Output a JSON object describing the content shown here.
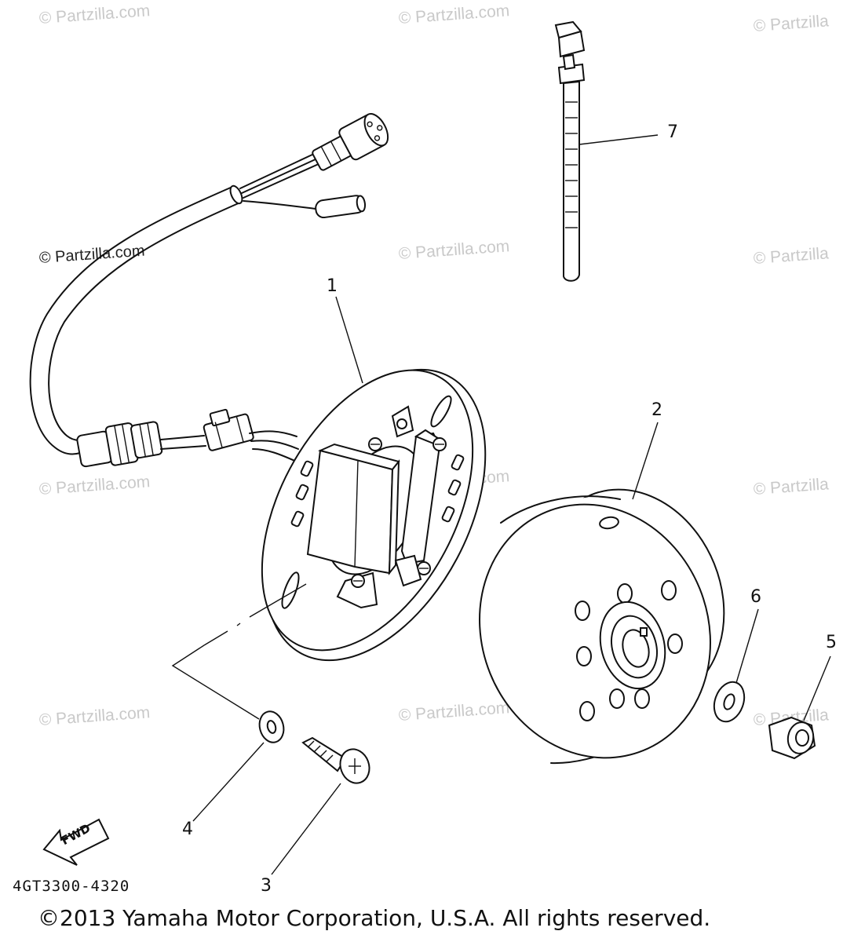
{
  "watermarks": [
    "© Partzilla.com",
    "© Partzilla.com",
    "© Partzilla",
    "© Partzilla.com",
    "© Partzilla.com",
    "© Partzilla",
    "© Partzilla.com",
    "© Partzilla.com",
    "© Partzilla",
    "© Partzilla.com",
    "© Partzilla.com",
    "© Partzilla"
  ],
  "callouts": [
    "1",
    "2",
    "3",
    "4",
    "5",
    "6",
    "7"
  ],
  "parts": {
    "stator": "stator-assembly",
    "rotor": "rotor-flywheel",
    "screw": "screw",
    "washer_small": "washer",
    "nut": "nut",
    "washer_plate": "plate-washer",
    "cable_tie": "cable-tie"
  },
  "fwd_label": "FWD",
  "part_code": "4GT3300-4320",
  "copyright": "©2013 Yamaha Motor Corporation, U.S.A. All rights reserved."
}
